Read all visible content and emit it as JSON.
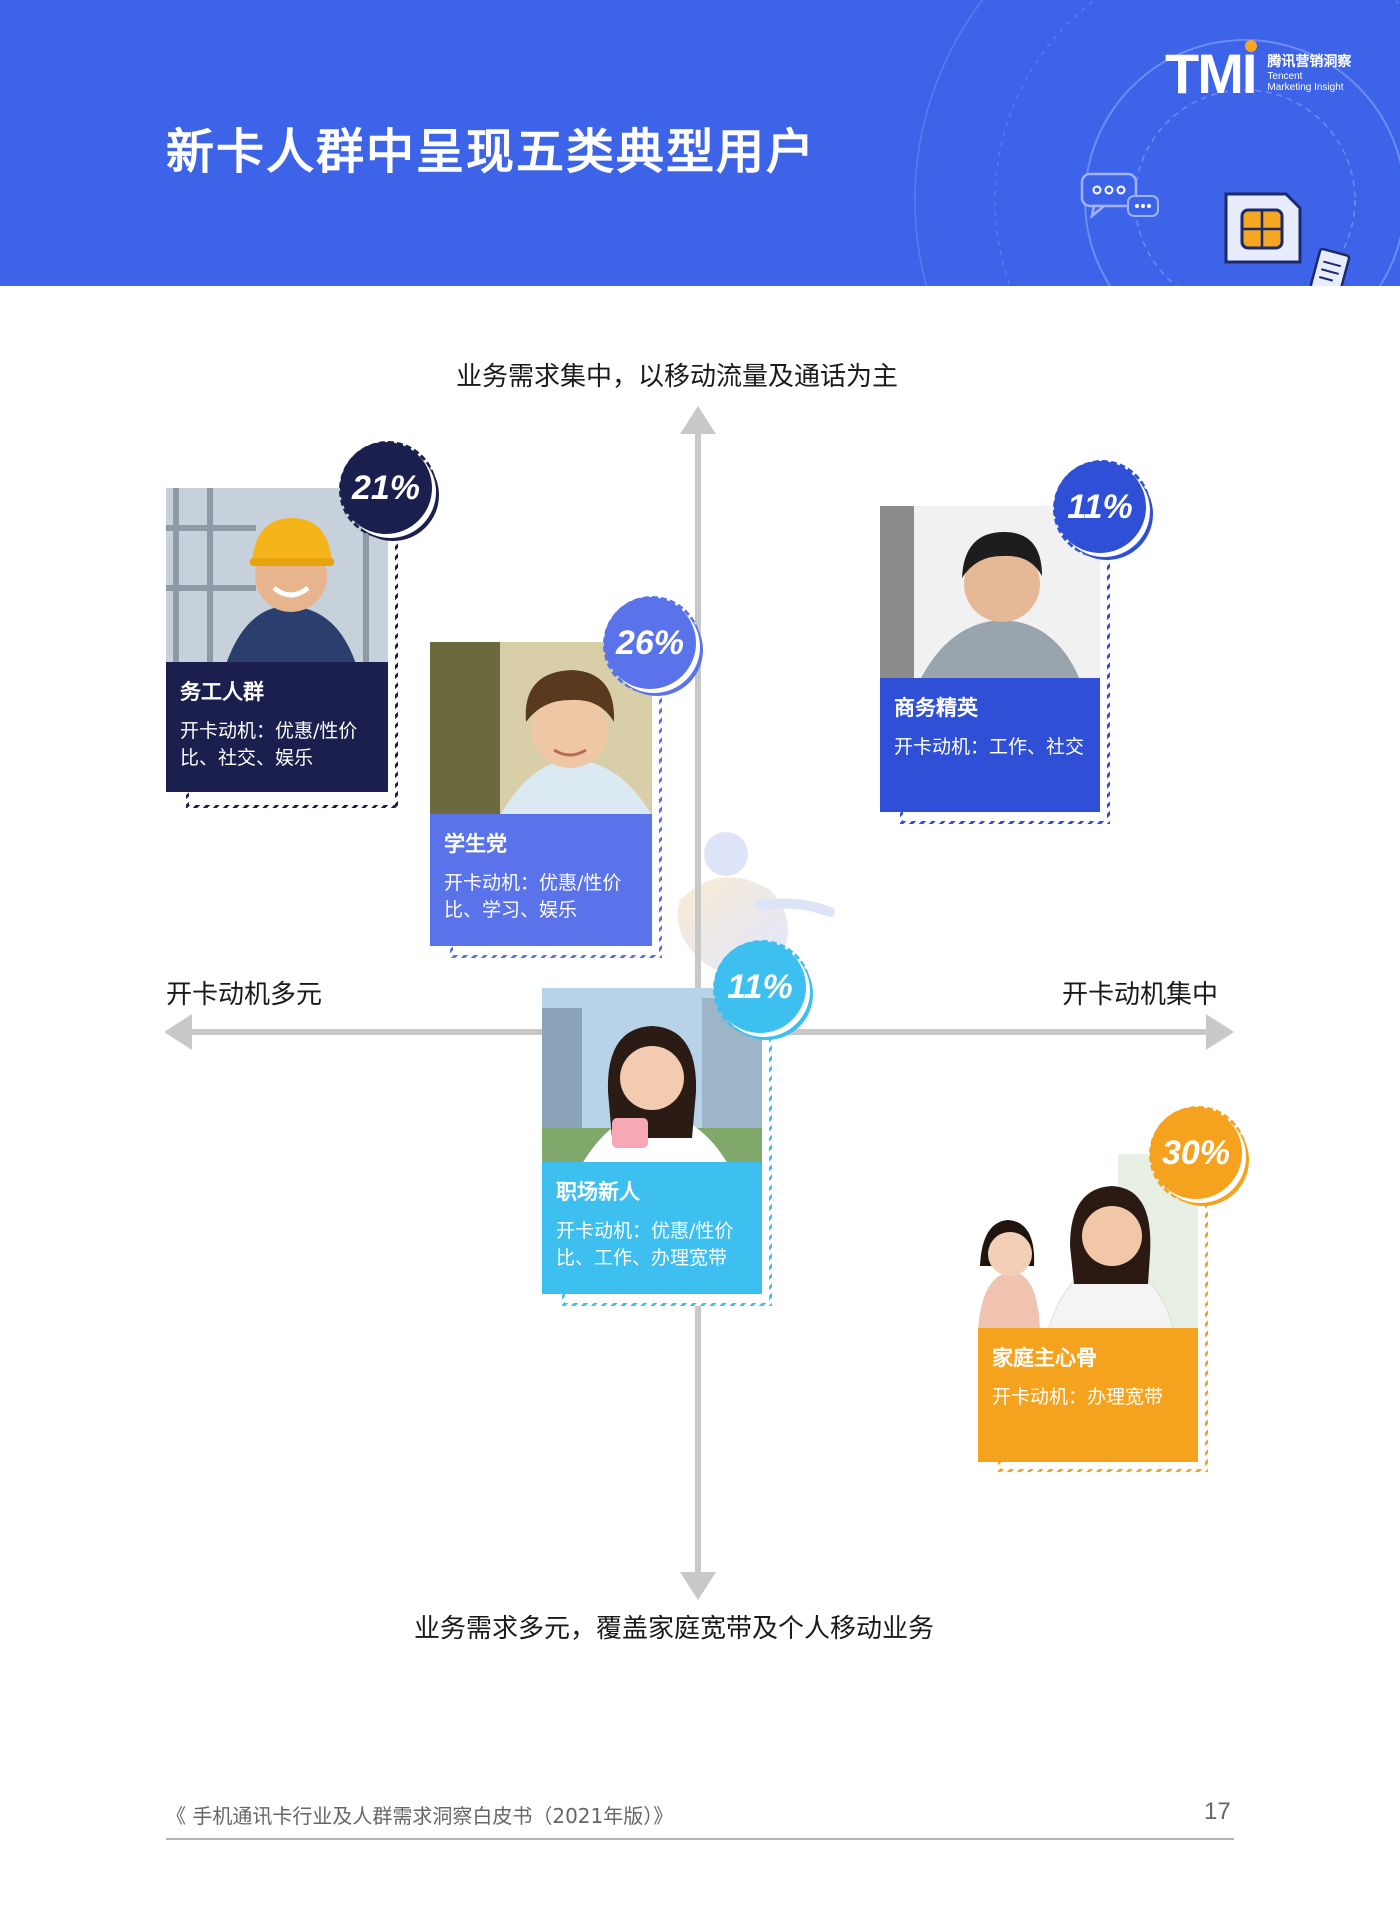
{
  "header": {
    "title": "新卡人群中呈现五类典型用户",
    "brand_mark": "TMI",
    "brand_cn": "腾讯营销洞察",
    "brand_en_1": "Tencent",
    "brand_en_2": "Marketing Insight"
  },
  "axes": {
    "top": "业务需求集中，以移动流量及通话为主",
    "bottom": "业务需求多元，覆盖家庭宽带及个人移动业务",
    "left": "开卡动机多元",
    "right": "开卡动机集中"
  },
  "personas": [
    {
      "id": "worker",
      "name": "务工人群",
      "motive": "开卡动机：优惠/性价比、社交、娱乐",
      "percent": "21%",
      "color": "#1a1f4d"
    },
    {
      "id": "student",
      "name": "学生党",
      "motive": "开卡动机：优惠/性价比、学习、娱乐",
      "percent": "26%",
      "color": "#5b73ea"
    },
    {
      "id": "business",
      "name": "商务精英",
      "motive": "开卡动机：工作、社交",
      "percent": "11%",
      "color": "#2f4fd6"
    },
    {
      "id": "newcomer",
      "name": "职场新人",
      "motive": "开卡动机：优惠/性价比、工作、办理宽带",
      "percent": "11%",
      "color": "#3dbff0"
    },
    {
      "id": "family",
      "name": "家庭主心骨",
      "motive": "开卡动机：办理宽带",
      "percent": "30%",
      "color": "#f5a31f"
    }
  ],
  "footer": {
    "text": "《 手机通讯卡行业及人群需求洞察白皮书（2021年版）》",
    "page": "17"
  },
  "icons": [
    "chat-bubbles-icon",
    "sim-card-icon",
    "document-icon"
  ]
}
